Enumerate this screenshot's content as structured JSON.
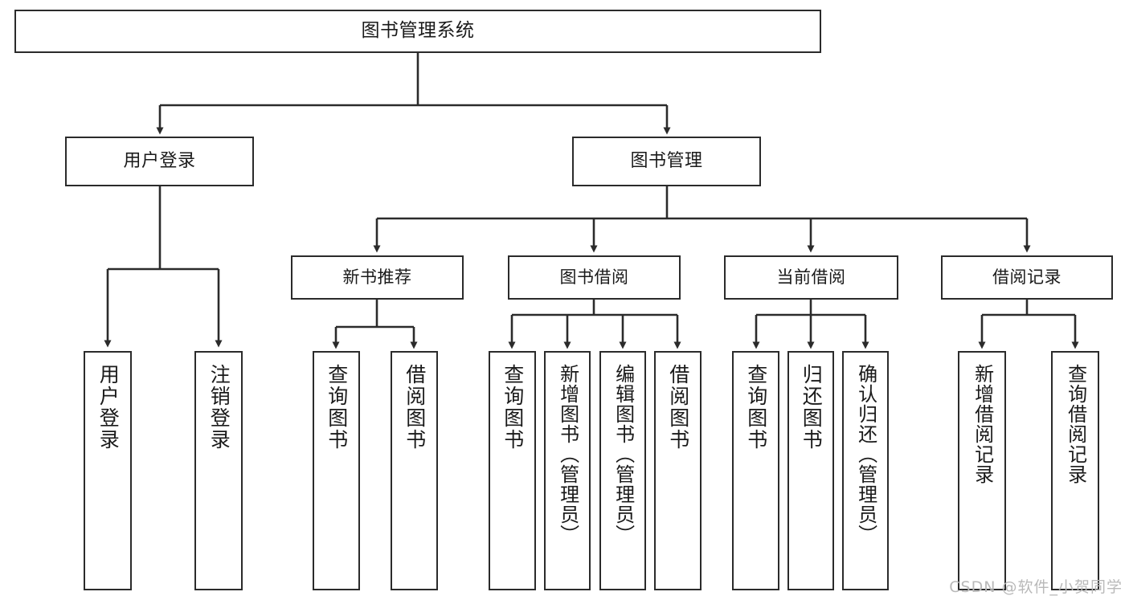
{
  "diagram": {
    "type": "tree",
    "title": "图书管理系统",
    "root": {
      "id": "root",
      "label": "图书管理系统"
    },
    "level2": [
      {
        "id": "user-login",
        "label": "用户登录"
      },
      {
        "id": "book-manage",
        "label": "图书管理"
      }
    ],
    "level3": [
      {
        "id": "new-book-rec",
        "label": "新书推荐"
      },
      {
        "id": "book-borrow",
        "label": "图书借阅"
      },
      {
        "id": "current-borrow",
        "label": "当前借阅"
      },
      {
        "id": "borrow-record",
        "label": "借阅记录"
      }
    ],
    "leaves": {
      "user_login": [
        {
          "id": "leaf-user-login",
          "label": "用户登录"
        },
        {
          "id": "leaf-logout-login",
          "label": "注销登录"
        }
      ],
      "new_book_rec": [
        {
          "id": "leaf-query-book-1",
          "label": "查询图书"
        },
        {
          "id": "leaf-borrow-book-1",
          "label": "借阅图书"
        }
      ],
      "book_borrow": [
        {
          "id": "leaf-query-book-2",
          "label": "查询图书"
        },
        {
          "id": "leaf-add-book",
          "label": "新增图书（管理员）"
        },
        {
          "id": "leaf-edit-book",
          "label": "编辑图书（管理员）"
        },
        {
          "id": "leaf-borrow-book-2",
          "label": "借阅图书"
        }
      ],
      "current_borrow": [
        {
          "id": "leaf-query-book-3",
          "label": "查询图书"
        },
        {
          "id": "leaf-return-book",
          "label": "归还图书"
        },
        {
          "id": "leaf-confirm-return",
          "label": "确认归还（管理员）"
        }
      ],
      "borrow_record": [
        {
          "id": "leaf-add-record",
          "label": "新增借阅记录"
        },
        {
          "id": "leaf-query-record",
          "label": "查询借阅记录"
        }
      ]
    }
  },
  "watermark": {
    "text": "CSDN @软件_小贺同学"
  },
  "colors": {
    "stroke": "#2b2b2b",
    "background": "#ffffff",
    "text": "#1a1a1a",
    "watermark": "#b9b9b9"
  }
}
